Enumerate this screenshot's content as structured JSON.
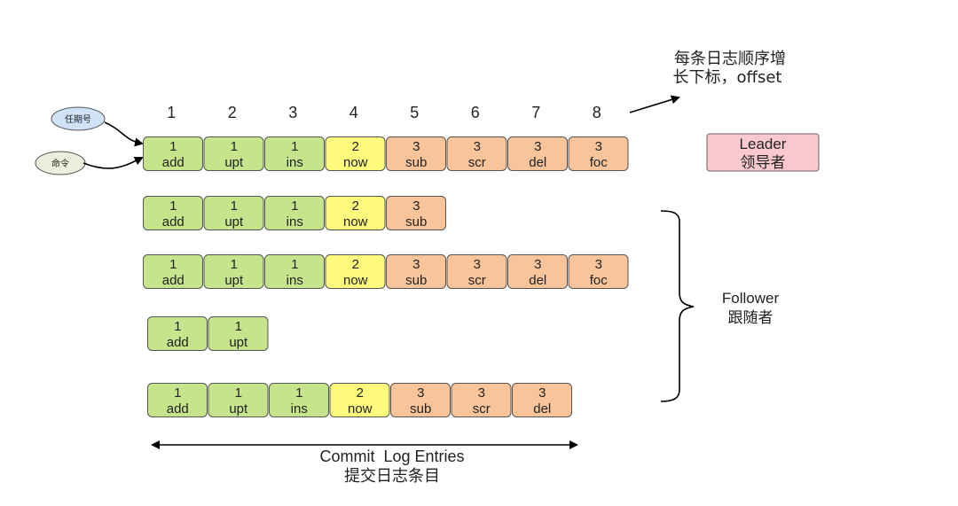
{
  "offset_note": {
    "line1": "每条日志顺序增",
    "line2": "长下标，offset"
  },
  "indices": [
    "1",
    "2",
    "3",
    "4",
    "5",
    "6",
    "7",
    "8"
  ],
  "bubbles": {
    "term": "任期号",
    "command": "命令"
  },
  "leader": {
    "line1": "Leader",
    "line2": "领导者"
  },
  "follower": {
    "line1": "Follower",
    "line2": "跟随者"
  },
  "commit": {
    "line1": "Commit  Log Entries",
    "line2": "提交日志条目"
  },
  "term_colors": {
    "1": "#c6e48b",
    "2": "#fffb7d",
    "3": "#f9c49a"
  },
  "rows": [
    {
      "role": "leader",
      "entries": [
        {
          "term": "1",
          "cmd": "add"
        },
        {
          "term": "1",
          "cmd": "upt"
        },
        {
          "term": "1",
          "cmd": "ins"
        },
        {
          "term": "2",
          "cmd": "now"
        },
        {
          "term": "3",
          "cmd": "sub"
        },
        {
          "term": "3",
          "cmd": "scr"
        },
        {
          "term": "3",
          "cmd": "del"
        },
        {
          "term": "3",
          "cmd": "foc"
        }
      ]
    },
    {
      "role": "follower",
      "entries": [
        {
          "term": "1",
          "cmd": "add"
        },
        {
          "term": "1",
          "cmd": "upt"
        },
        {
          "term": "1",
          "cmd": "ins"
        },
        {
          "term": "2",
          "cmd": "now"
        },
        {
          "term": "3",
          "cmd": "sub"
        }
      ]
    },
    {
      "role": "follower",
      "entries": [
        {
          "term": "1",
          "cmd": "add"
        },
        {
          "term": "1",
          "cmd": "upt"
        },
        {
          "term": "1",
          "cmd": "ins"
        },
        {
          "term": "2",
          "cmd": "now"
        },
        {
          "term": "3",
          "cmd": "sub"
        },
        {
          "term": "3",
          "cmd": "scr"
        },
        {
          "term": "3",
          "cmd": "del"
        },
        {
          "term": "3",
          "cmd": "foc"
        }
      ]
    },
    {
      "role": "follower",
      "entries": [
        {
          "term": "1",
          "cmd": "add"
        },
        {
          "term": "1",
          "cmd": "upt"
        }
      ]
    },
    {
      "role": "follower",
      "entries": [
        {
          "term": "1",
          "cmd": "add"
        },
        {
          "term": "1",
          "cmd": "upt"
        },
        {
          "term": "1",
          "cmd": "ins"
        },
        {
          "term": "2",
          "cmd": "now"
        },
        {
          "term": "3",
          "cmd": "sub"
        },
        {
          "term": "3",
          "cmd": "scr"
        },
        {
          "term": "3",
          "cmd": "del"
        }
      ]
    }
  ]
}
